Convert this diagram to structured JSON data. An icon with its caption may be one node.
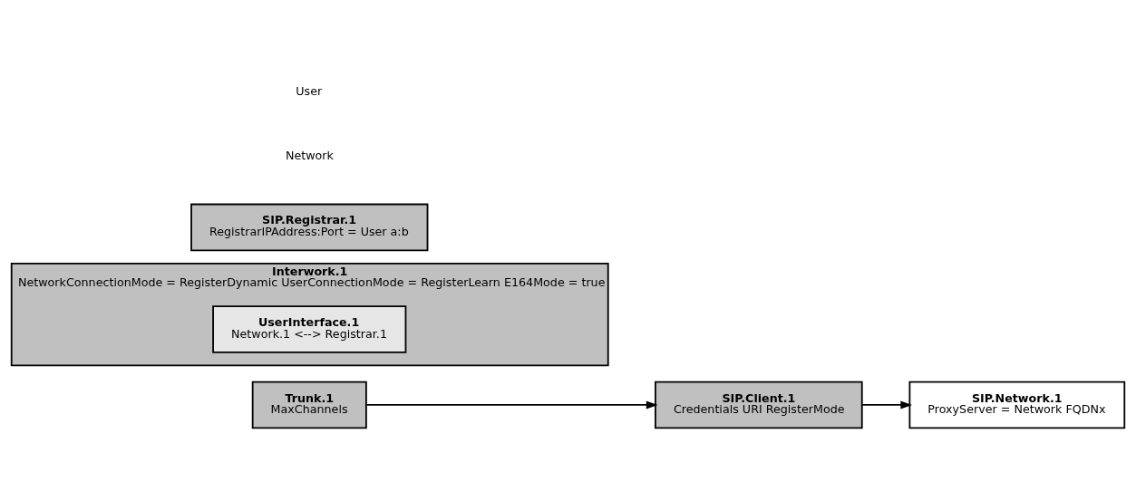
{
  "diagram": {
    "nodes": [
      {
        "text": [
          "SIP.Client.1",
          "Credentials URI RegisterMode"
        ]
      },
      {
        "text": [
          "Trunk.1",
          "MaxChannels"
        ]
      },
      {
        "text": [
          "SIP.Network.1",
          "ProxyServer = Network FQDNx"
        ]
      },
      {
        "text": [
          "Interwork.1",
          "NetworkConnectionMode = RegisterDynamic UserConnectionMode = RegisterLearn E164Mode = true"
        ]
      },
      {
        "text": [
          "UserInterface.1",
          "Network.1 <--> Registrar.1"
        ],
        "in": 3
      },
      {
        "text": [
          "SIP.Registrar.1",
          "RegistrarIPAddress:Port = User a:b"
        ]
      }
    ],
    "edges": [
      {
        "from": 1,
        "to": 0,
        "arrow": "to"
      },
      {
        "from": 0,
        "to": 2,
        "arrow": "to"
      }
    ],
    "labels": [
      "Network",
      "User"
    ]
  }
}
